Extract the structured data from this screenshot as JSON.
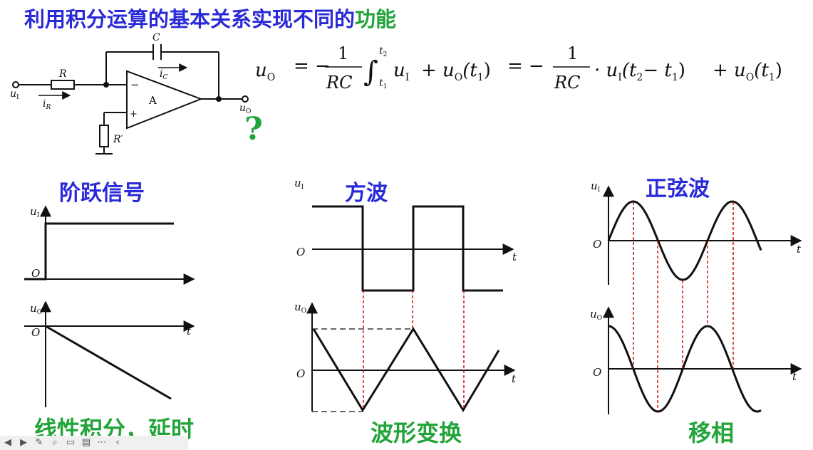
{
  "title": {
    "main": "利用积分运算的基本关系实现不同的",
    "accent": "功能"
  },
  "circuit": {
    "labels": {
      "input": "u",
      "input_sub": "I",
      "R": "R",
      "iR": "i",
      "iR_sub": "R",
      "C": "C",
      "iC": "i",
      "iC_sub": "C",
      "Rp": "R′",
      "amp": "A",
      "minus": "−",
      "plus": "+",
      "output": "u",
      "output_sub": "O"
    },
    "question_mark": "?"
  },
  "formula": {
    "lhs": "u",
    "lhs_sub": "O",
    "eq": "= −",
    "num": "1",
    "den": "RC",
    "int": "∫",
    "upper": "t",
    "upper_sub": "2",
    "lower": "t",
    "lower_sub": "1",
    "term": "u",
    "term_sub": "I",
    "plus_uo": "+ u",
    "plus_uo_sub": "O",
    "arg1": "(t",
    "arg1_sub": "1",
    "arg1_close": ")",
    "eq2": "= −",
    "num2": "1",
    "den2": "RC",
    "dot_ui": "· u",
    "dot_ui_sub": "I",
    "open": "(t",
    "t2sub": "2",
    "minus_t1": "− t",
    "t1sub": "1",
    "close": ")",
    "plus2": "+ u",
    "plus2_sub": "O",
    "arg2": "(t",
    "arg2_sub": "1",
    "arg2_close": ")"
  },
  "panels": {
    "step": {
      "label": "阶跃信号",
      "caption": "线性积分，延时"
    },
    "square": {
      "label": "方波",
      "caption": "波形变换"
    },
    "sine": {
      "label": "正弦波",
      "caption": "移相"
    }
  },
  "axis": {
    "origin": "O",
    "t": "t",
    "ui": "u",
    "ui_sub": "I",
    "uo": "u",
    "uo_sub": "O"
  },
  "colors": {
    "blue": "#2a2ad8",
    "green": "#22a43a",
    "guide": "#cc0000"
  }
}
